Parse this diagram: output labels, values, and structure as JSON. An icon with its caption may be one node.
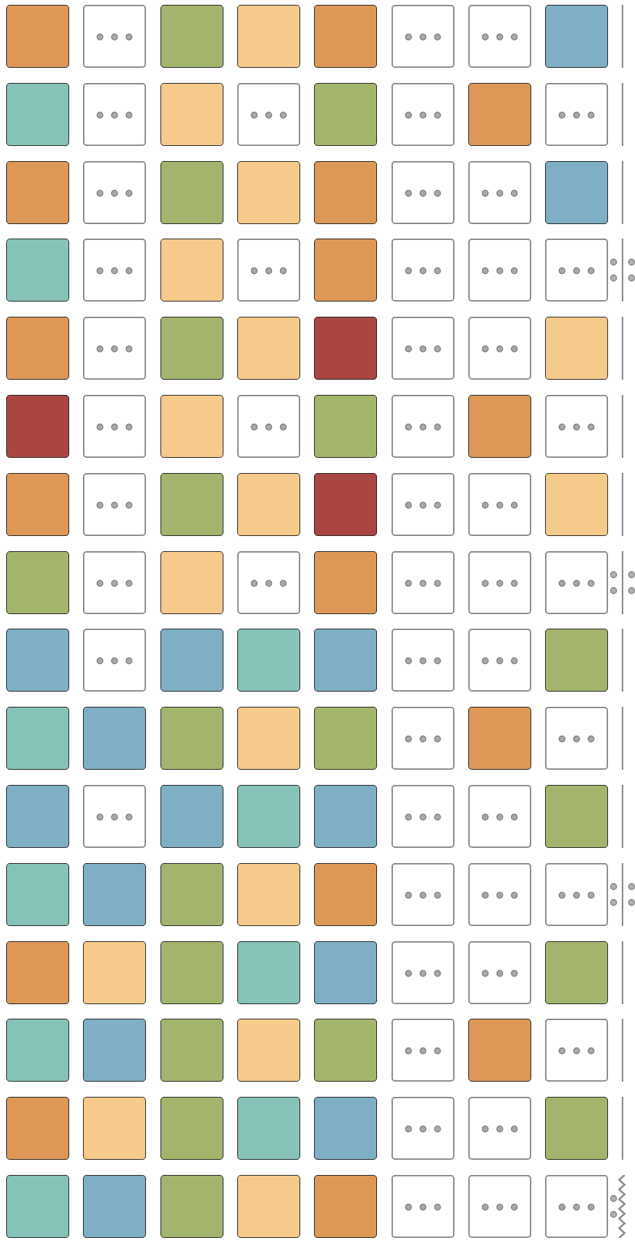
{
  "diagram": {
    "nodes": [
      {
        "text": [],
        "shape": "box"
      },
      {
        "text": [],
        "shape": "box"
      },
      {
        "text": [],
        "shape": "box"
      },
      {
        "text": [],
        "shape": "box"
      },
      {
        "text": [],
        "shape": "box"
      },
      {
        "text": [],
        "shape": "box"
      },
      {
        "text": [],
        "shape": "box"
      },
      {
        "text": [],
        "shape": "box"
      },
      {
        "text": [],
        "shape": "box"
      },
      {
        "text": [],
        "shape": "box"
      },
      {
        "text": [],
        "shape": "box"
      },
      {
        "text": [],
        "shape": "box"
      },
      {
        "text": [],
        "shape": "box"
      },
      {
        "text": [],
        "shape": "box"
      },
      {
        "text": [],
        "shape": "box"
      },
      {
        "text": [],
        "shape": "box"
      },
      {
        "text": [],
        "shape": "box"
      },
      {
        "text": [],
        "shape": "box"
      },
      {
        "text": [],
        "shape": "box"
      },
      {
        "text": [],
        "shape": "box"
      },
      {
        "text": [],
        "shape": "box"
      },
      {
        "text": [],
        "shape": "box"
      },
      {
        "text": [],
        "shape": "box"
      },
      {
        "text": [],
        "shape": "box"
      },
      {
        "text": [],
        "shape": "box"
      },
      {
        "text": [],
        "shape": "box"
      },
      {
        "text": [],
        "shape": "box"
      },
      {
        "text": [],
        "shape": "box"
      },
      {
        "text": [],
        "shape": "box"
      },
      {
        "text": [],
        "shape": "box"
      },
      {
        "text": [],
        "shape": "box"
      },
      {
        "text": [],
        "shape": "box"
      },
      {
        "text": [],
        "shape": "box"
      },
      {
        "text": [],
        "shape": "box"
      },
      {
        "text": [],
        "shape": "box"
      },
      {
        "text": [],
        "shape": "box"
      },
      {
        "text": [],
        "shape": "box"
      },
      {
        "text": [],
        "shape": "box"
      },
      {
        "text": [],
        "shape": "box"
      },
      {
        "text": [],
        "shape": "box"
      },
      {
        "text": [],
        "shape": "box"
      },
      {
        "text": [],
        "shape": "box"
      },
      {
        "text": [],
        "shape": "box"
      },
      {
        "text": [],
        "shape": "box"
      },
      {
        "text": [],
        "shape": "box"
      },
      {
        "text": [],
        "shape": "box"
      },
      {
        "text": [],
        "shape": "box"
      },
      {
        "text": [],
        "shape": "box"
      },
      {
        "text": [],
        "shape": "box"
      },
      {
        "text": [],
        "shape": "box"
      },
      {
        "text": [],
        "shape": "box"
      },
      {
        "text": [],
        "shape": "box"
      },
      {
        "text": [],
        "shape": "box"
      },
      {
        "text": [],
        "shape": "box"
      },
      {
        "text": [],
        "shape": "box"
      },
      {
        "text": [],
        "shape": "box"
      },
      {
        "text": [],
        "shape": "box"
      },
      {
        "text": [],
        "shape": "box"
      },
      {
        "text": [],
        "shape": "box"
      },
      {
        "text": [],
        "shape": "box"
      },
      {
        "text": [],
        "shape": "box"
      },
      {
        "text": [],
        "shape": "box"
      },
      {
        "text": [],
        "shape": "box"
      },
      {
        "text": [],
        "shape": "box"
      },
      {
        "text": [],
        "shape": "box"
      },
      {
        "text": [],
        "shape": "box"
      },
      {
        "text": [],
        "shape": "box"
      },
      {
        "text": [],
        "shape": "box"
      },
      {
        "text": [],
        "shape": "box"
      },
      {
        "text": [],
        "shape": "box"
      },
      {
        "text": [],
        "shape": "box"
      },
      {
        "text": [],
        "shape": "box"
      },
      {
        "text": [],
        "shape": "box"
      },
      {
        "text": [],
        "shape": "box"
      },
      {
        "text": [],
        "shape": "box"
      },
      {
        "text": [],
        "shape": "box"
      },
      {
        "text": [],
        "shape": "box"
      },
      {
        "text": [],
        "shape": "box"
      },
      {
        "text": [],
        "shape": "box"
      },
      {
        "text": [],
        "shape": "box"
      },
      {
        "text": [],
        "shape": "box"
      },
      {
        "text": [],
        "shape": "box"
      },
      {
        "text": [],
        "shape": "box"
      },
      {
        "text": [],
        "shape": "box"
      },
      {
        "text": [],
        "shape": "box"
      },
      {
        "text": [],
        "shape": "box"
      },
      {
        "text": [],
        "shape": "box"
      },
      {
        "text": [],
        "shape": "box"
      },
      {
        "text": [],
        "shape": "box"
      },
      {
        "text": [],
        "shape": "box"
      },
      {
        "text": [],
        "shape": "box"
      },
      {
        "text": [],
        "shape": "box"
      },
      {
        "text": [],
        "shape": "box"
      },
      {
        "text": [],
        "shape": "box"
      },
      {
        "text": [],
        "shape": "box"
      },
      {
        "text": [],
        "shape": "box"
      },
      {
        "text": [],
        "shape": "box"
      },
      {
        "text": [],
        "shape": "box"
      },
      {
        "text": [],
        "shape": "box"
      },
      {
        "text": [],
        "shape": "box"
      },
      {
        "text": [],
        "shape": "box"
      },
      {
        "text": [],
        "shape": "box"
      },
      {
        "text": [],
        "shape": "box"
      },
      {
        "text": [],
        "shape": "box"
      },
      {
        "text": [],
        "shape": "box"
      },
      {
        "text": [],
        "shape": "box"
      },
      {
        "text": [],
        "shape": "box"
      },
      {
        "text": [],
        "shape": "box"
      },
      {
        "text": [],
        "shape": "box"
      },
      {
        "text": [],
        "shape": "box"
      },
      {
        "text": [],
        "shape": "box"
      },
      {
        "text": [],
        "shape": "box"
      },
      {
        "text": [],
        "shape": "box"
      },
      {
        "text": [],
        "shape": "box"
      },
      {
        "text": [],
        "shape": "box"
      },
      {
        "text": [],
        "shape": "box"
      },
      {
        "text": [],
        "shape": "box"
      },
      {
        "text": [],
        "shape": "box"
      },
      {
        "text": [],
        "shape": "box"
      },
      {
        "text": [],
        "shape": "box"
      },
      {
        "text": [],
        "shape": "box"
      },
      {
        "text": [],
        "shape": "box"
      },
      {
        "text": [],
        "shape": "box"
      },
      {
        "text": [],
        "shape": "box"
      },
      {
        "text": [],
        "shape": "box"
      },
      {
        "text": [],
        "shape": "box"
      },
      {
        "text": [],
        "shape": "box"
      },
      {
        "text": [],
        "shape": "box"
      }
    ]
  }
}
